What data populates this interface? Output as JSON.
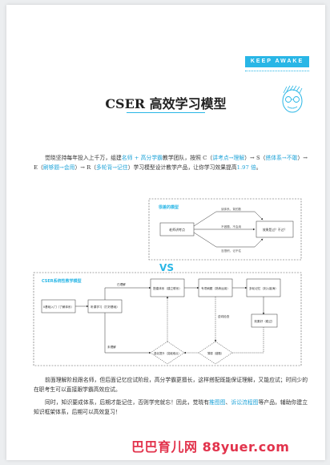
{
  "header": {
    "tag": "KEEP AWAKE",
    "title": "CSER 高效学习模型"
  },
  "intro": {
    "p1": "觉晓坚持每年投入上千万，组建",
    "p1_hl1": "名师 + 高分学霸",
    "p1_b": "教学团队，按照 C（",
    "p1_hl2": "讲考点→理解",
    "p1_c": "）→ S（",
    "p1_hl3": "搭体系→不敢",
    "p1_d": "）→ E（",
    "p1_hl4": "刷够题→会用",
    "p1_e": "）→ R（",
    "p1_hl5": "多轮背→记住",
    "p1_f": "）学习模型设计教学产品，让你学习效果提高",
    "p1_hl6": "1.97 倍",
    "p1_g": "。"
  },
  "diagram": {
    "traditional": {
      "title": "很差的模型",
      "teacher": "老师讲考点",
      "result": "效果是过？不过？",
      "edge_top": "读体系、背的数",
      "edge_mid": "不做题、不会用",
      "edge_bot": "没搭积，记不住"
    },
    "vs": "VS",
    "cser": {
      "title": "CSER系统性教学模型",
      "start": "0基础入门（了解体系）",
      "lesson": "听课学习（打好基础）",
      "understood": "已理解",
      "not_understood": "未理解",
      "system": "搭建体系（建立联系）",
      "practice": "专项刷题（熟练运用）",
      "recite": "多轮记忆（刻入脑海）",
      "boost": "强化提升（突破难点）",
      "targeted": "逆向检查",
      "review": "薄弱（错题）",
      "good": "效果好（稳过）"
    }
  },
  "body": {
    "p2": "前面理解阶段跟名师，但后面记忆应试阶段，高分学霸更擅长，这样搭配既能保证理解，又能应试；时间少的在职考生可以直接跟学霸高效应试。",
    "p3_a": "同时，知识要成体系，后期才能记住，否则学完就忘！因此，觉晓有",
    "p3_hl1": "推图图",
    "p3_b": "、",
    "p3_hl2": "诉讼流程图",
    "p3_c": "等产品，辅助你建立知识框架体系，后期可以高效复习！"
  },
  "watermark": {
    "cn": "巴巴育儿网",
    "en": "88yuer.com"
  },
  "colors": {
    "accent": "#29b6e6",
    "watermark": "#e2334c"
  }
}
